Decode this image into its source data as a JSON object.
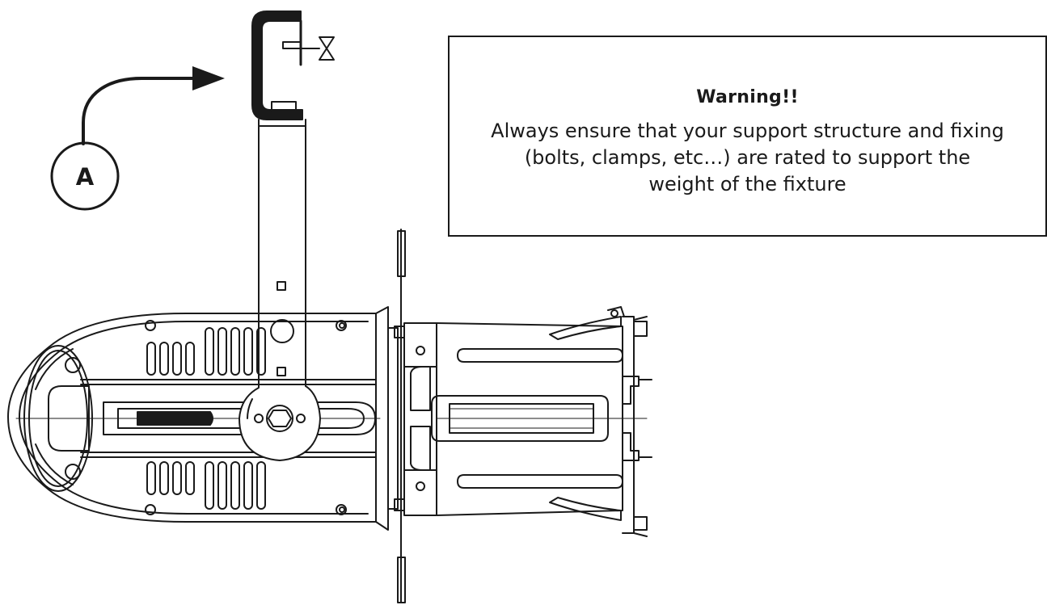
{
  "callout": {
    "label": "A"
  },
  "warning": {
    "title": "Warning!!",
    "body": "Always ensure that your support structure and fixing (bolts, clamps, etc…) are rated to support the weight of the fixture"
  },
  "colors": {
    "line": "#1a1a1a",
    "background": "#ffffff"
  }
}
